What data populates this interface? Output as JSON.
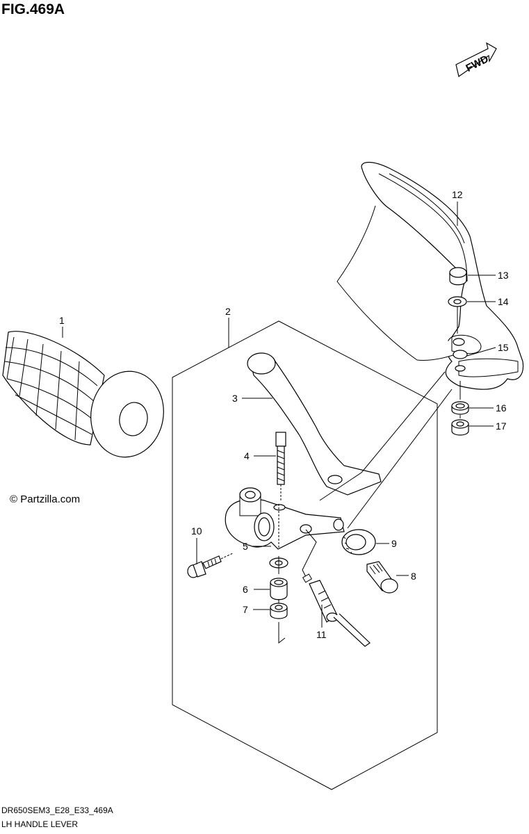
{
  "figure": {
    "title": "FIG.469A",
    "fwd_label": "FWD",
    "copyright": "© Partzilla.com",
    "code": "DR650SEM3_E28_E33_469A",
    "caption": "LH HANDLE LEVER"
  },
  "callouts": [
    "1",
    "2",
    "3",
    "4",
    "5",
    "6",
    "7",
    "8",
    "9",
    "10",
    "11",
    "12",
    "13",
    "14",
    "15",
    "16",
    "17"
  ]
}
